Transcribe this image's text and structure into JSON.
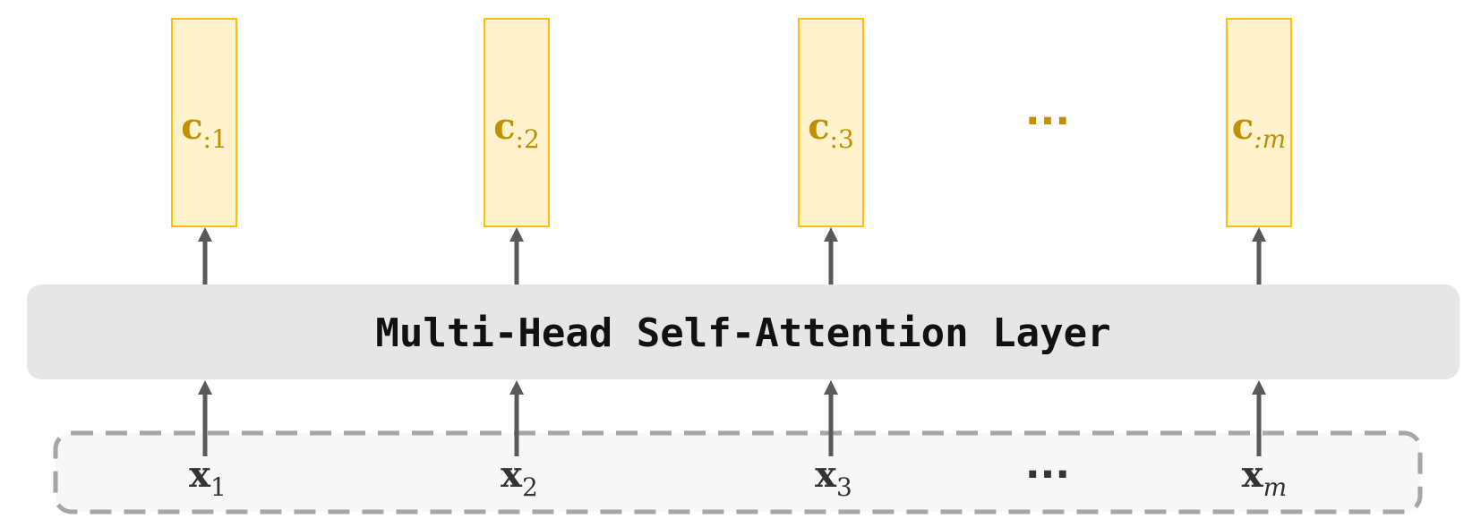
{
  "layer": {
    "label": "Multi-Head Self-Attention Layer"
  },
  "outputs": [
    {
      "base": "c",
      "sub": ":1"
    },
    {
      "base": "c",
      "sub": ":2"
    },
    {
      "base": "c",
      "sub": ":3"
    },
    {
      "base": "c",
      "sub": ":m"
    }
  ],
  "inputs": [
    {
      "base": "x",
      "sub": "1"
    },
    {
      "base": "x",
      "sub": "2"
    },
    {
      "base": "x",
      "sub": "3"
    },
    {
      "base": "x",
      "sub": "m"
    }
  ],
  "ellipsis": {
    "top": "···",
    "bottom": "···"
  },
  "colors": {
    "output_fill": "#fff2cc",
    "output_stroke": "#ffc000",
    "output_text": "#bf9000",
    "layer_fill": "#e6e6e6",
    "input_frame_stroke": "#a6a6a6",
    "input_frame_fill": "#f7f7f7",
    "arrow": "#595959"
  }
}
